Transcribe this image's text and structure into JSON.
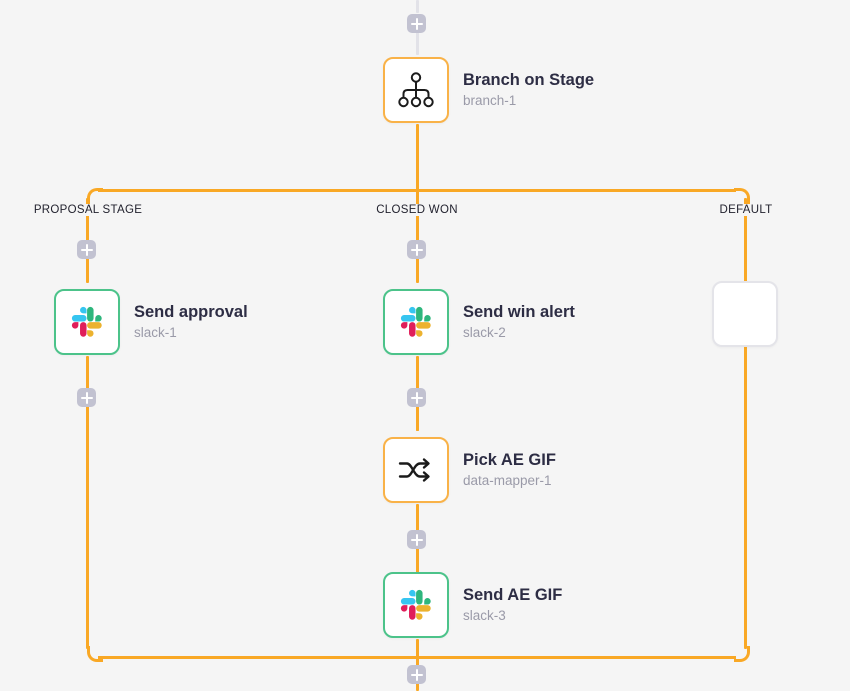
{
  "canvas": {
    "background_color": "#f5f5f5",
    "edge_color": "#f9a825",
    "edge_color_inactive": "#e2e2e8",
    "plus_button_color": "#c2c2d1"
  },
  "nodes": [
    {
      "id": "branch-1",
      "title": "Branch on Stage",
      "subtitle": "branch-1",
      "icon": "branch-hierarchy-icon",
      "border_color": "#f9b248",
      "border_style": "orange"
    },
    {
      "id": "slack-1",
      "title": "Send approval",
      "subtitle": "slack-1",
      "icon": "slack-icon",
      "border_color": "#4cc38a",
      "border_style": "green"
    },
    {
      "id": "slack-2",
      "title": "Send win alert",
      "subtitle": "slack-2",
      "icon": "slack-icon",
      "border_color": "#4cc38a",
      "border_style": "green"
    },
    {
      "id": "data-mapper-1",
      "title": "Pick AE GIF",
      "subtitle": "data-mapper-1",
      "icon": "shuffle-icon",
      "border_color": "#f9b248",
      "border_style": "orange"
    },
    {
      "id": "slack-3",
      "title": "Send AE GIF",
      "subtitle": "slack-3",
      "icon": "slack-icon",
      "border_color": "#4cc38a",
      "border_style": "green"
    },
    {
      "id": "empty-default",
      "title": "",
      "subtitle": "",
      "icon": "",
      "border_color": "#e4e4e9",
      "border_style": "neutral"
    }
  ],
  "branches": [
    {
      "label": "PROPOSAL STAGE"
    },
    {
      "label": "CLOSED WON"
    },
    {
      "label": "DEFAULT"
    }
  ],
  "add_buttons": [
    {
      "id": "add-top",
      "icon": "plus-icon"
    },
    {
      "id": "add-proposal-upper",
      "icon": "plus-icon"
    },
    {
      "id": "add-closed-upper",
      "icon": "plus-icon"
    },
    {
      "id": "add-proposal-lower",
      "icon": "plus-icon"
    },
    {
      "id": "add-closed-mid",
      "icon": "plus-icon"
    },
    {
      "id": "add-closed-lower",
      "icon": "plus-icon"
    },
    {
      "id": "add-merge",
      "icon": "plus-icon"
    }
  ]
}
